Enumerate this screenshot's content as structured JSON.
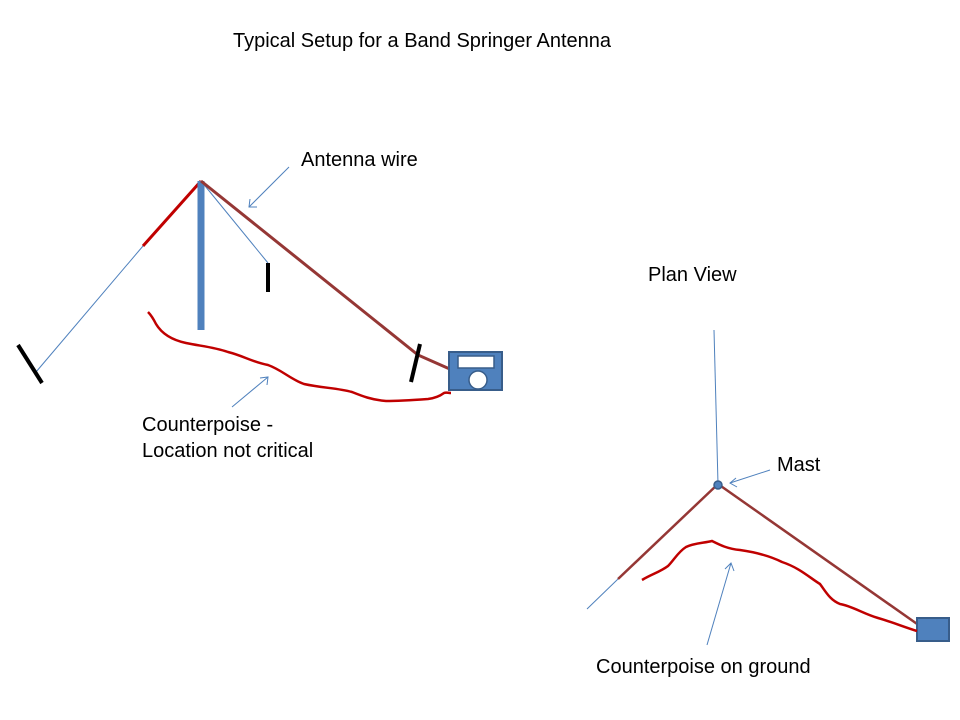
{
  "title": "Typical Setup for a Band Springer Antenna",
  "labels": {
    "antenna_wire": "Antenna wire",
    "counterpoise_line1": "Counterpoise -",
    "counterpoise_line2": "Location not critical",
    "plan_view": "Plan View",
    "mast": "Mast",
    "counterpoise_ground": "Counterpoise on ground"
  },
  "colors": {
    "antenna_red": "#c00000",
    "antenna_brown": "#953735",
    "guy_blue": "#4f81bd",
    "mast_blue": "#4f81bd",
    "rig_fill": "#4f81bd",
    "rig_stroke": "#385d8a",
    "insulator": "#000000"
  }
}
